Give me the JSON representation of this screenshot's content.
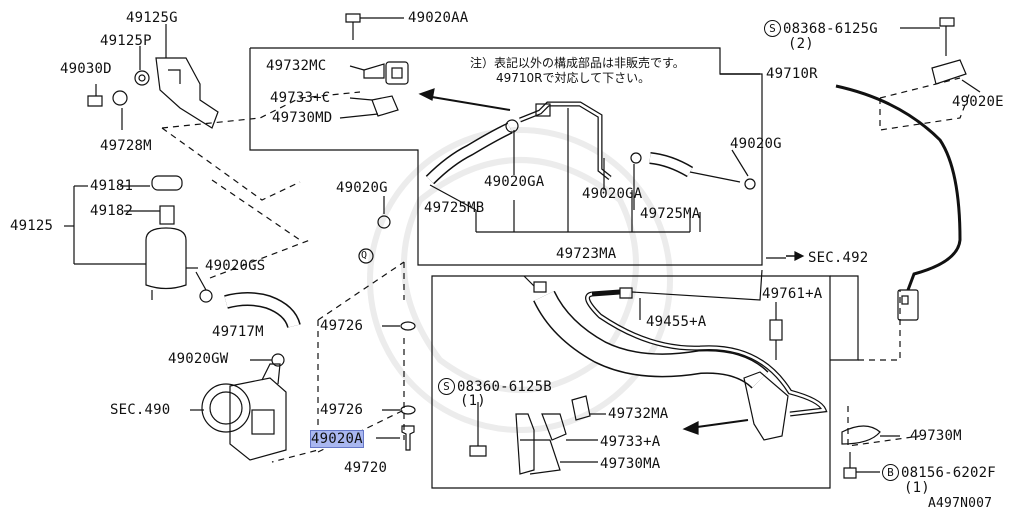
{
  "diagram": {
    "code": "A497N007",
    "note_line1": "注）表記以外の構成部品は非販売です。",
    "note_line2": "49710Rで対応して下さい。",
    "highlight_color": "#a9b7f0",
    "labels": {
      "p49125G": "49125G",
      "p49125P": "49125P",
      "p49030D": "49030D",
      "p49728M": "49728M",
      "p49181": "49181",
      "p49182": "49182",
      "p49125": "49125",
      "p49020GS": "49020GS",
      "p49717M": "49717M",
      "p49020GW": "49020GW",
      "sec490": "SEC.490",
      "p49726a": "49726",
      "p49726b": "49726",
      "p49020A": "49020A",
      "p49720": "49720",
      "p49020AA": "49020AA",
      "p49732MC": "49732MC",
      "p49733C": "49733+C",
      "p49730MD": "49730MD",
      "p49710R": "49710R",
      "p49020Gtop": "49020G",
      "p49020Gleft": "49020G",
      "p49725MB": "49725MB",
      "p49020GA1": "49020GA",
      "p49020GA2": "49020GA",
      "p49725MA": "49725MA",
      "p49723MA": "49723MA",
      "sec492": "SEC.492",
      "bolt1": "08368-6125G",
      "bolt1q": "(2)",
      "p49020E": "49020E",
      "p49761A": "49761+A",
      "p49455A": "49455+A",
      "bolt2": "08360-6125B",
      "bolt2q": "(1)",
      "p49732MA": "49732MA",
      "p49733A": "49733+A",
      "p49730MA": "49730MA",
      "p49730M": "49730M",
      "bolt3": "08156-6202F",
      "bolt3q": "(1)",
      "refQ": "Q",
      "circS1": "S",
      "circS2": "S",
      "circB": "B"
    }
  }
}
